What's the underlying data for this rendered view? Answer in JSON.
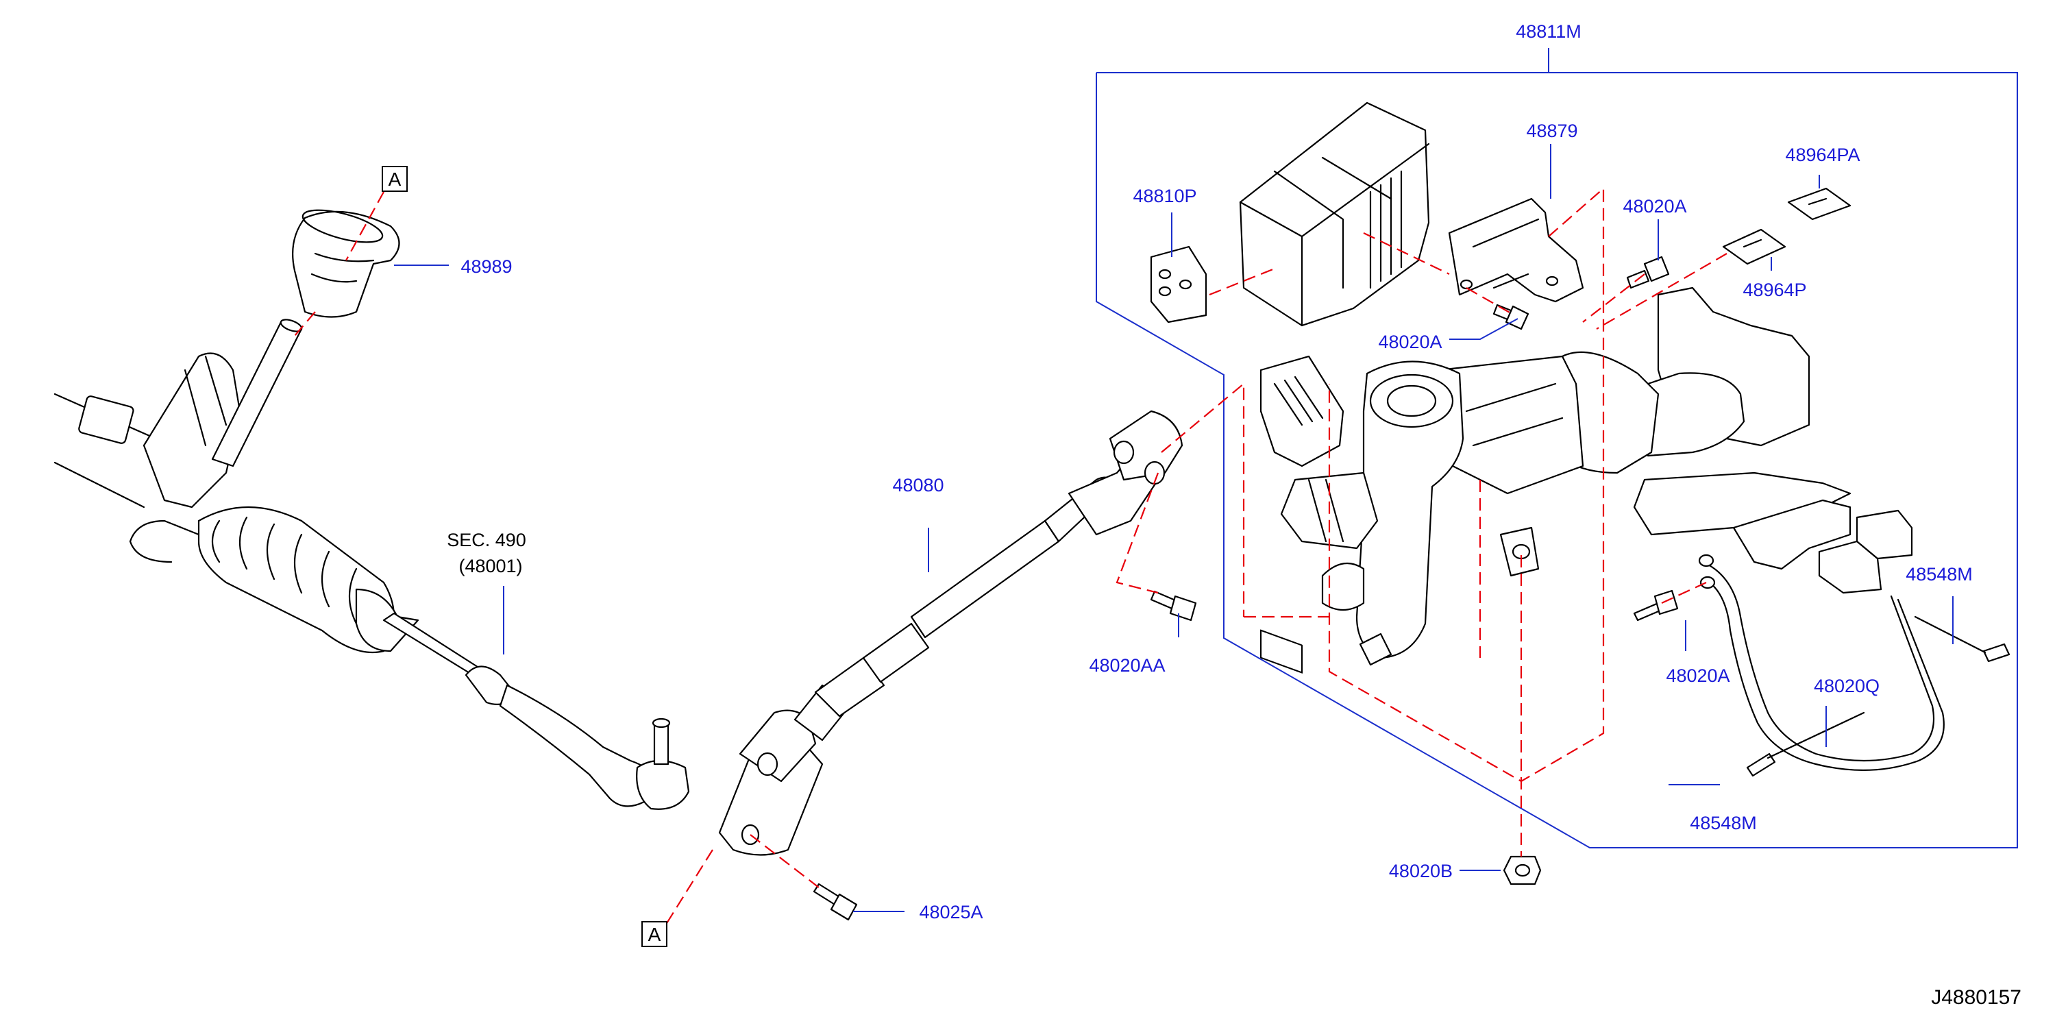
{
  "diagram_ref": "J4880157",
  "parts": {
    "p48811M": "48811M",
    "p48879": "48879",
    "p48964PA": "48964PA",
    "p48810P": "48810P",
    "p48020A_1": "48020A",
    "p48964P": "48964P",
    "p48020A_2": "48020A",
    "p48989": "48989",
    "p48080": "48080",
    "sec_ref": "SEC. 490",
    "p48001": "(48001)",
    "p48020AA": "48020AA",
    "p48548M_1": "48548M",
    "p48020A_3": "48020A",
    "p48020Q": "48020Q",
    "p48548M_2": "48548M",
    "p48020B": "48020B",
    "p48025A": "48025A"
  },
  "callout_boxes": {
    "upper": "A",
    "lower": "A"
  }
}
